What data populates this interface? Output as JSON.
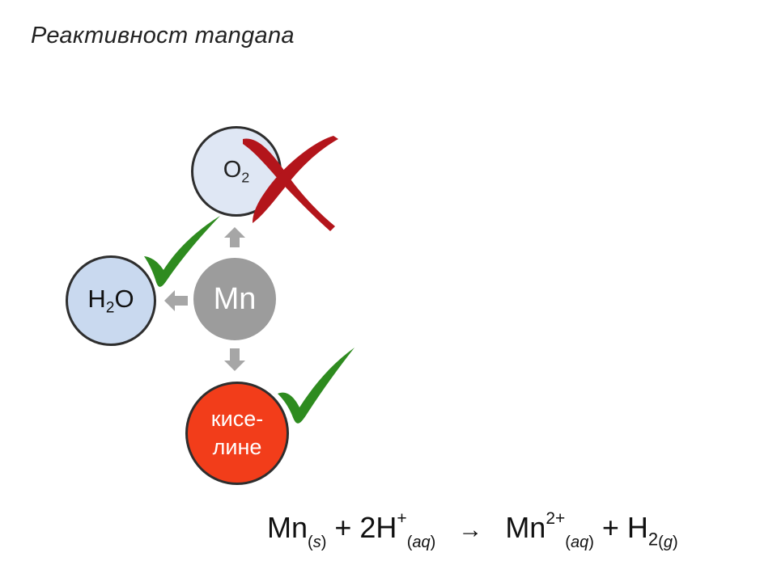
{
  "title": "Реактивност mangana",
  "nodes": {
    "o2": {
      "base": "O",
      "sub": "2",
      "reaction": "no"
    },
    "h2o": {
      "base": "H",
      "sub": "2",
      "suffix": "O",
      "reaction": "yes"
    },
    "mn": {
      "label": "Mn"
    },
    "acid": {
      "line1": "кисе-",
      "line2": "лине",
      "reaction": "yes"
    }
  },
  "equation": {
    "reactant1": "Mn",
    "reactant1_state": "s",
    "plus1": "+ 2H",
    "reactant2_charge": "+",
    "reactant2_state": "aq",
    "arrow": "→",
    "product1": "Mn",
    "product1_charge": "2+",
    "product1_state": "aq",
    "plus2": "+ H",
    "product2_sub": "2",
    "product2_state": "g"
  },
  "colors": {
    "o2_fill": "#dfe7f4",
    "h2o_fill": "#c9d9ef",
    "mn_fill": "#9c9c9c",
    "acid_fill": "#f23d1a",
    "arrow_gray": "#a6a6a6",
    "check_green": "#2e8b1f",
    "cross_red": "#b3151b"
  },
  "icons": {
    "check": "check-mark-icon",
    "cross": "cross-mark-icon",
    "arrow": "block-arrow-icon"
  }
}
